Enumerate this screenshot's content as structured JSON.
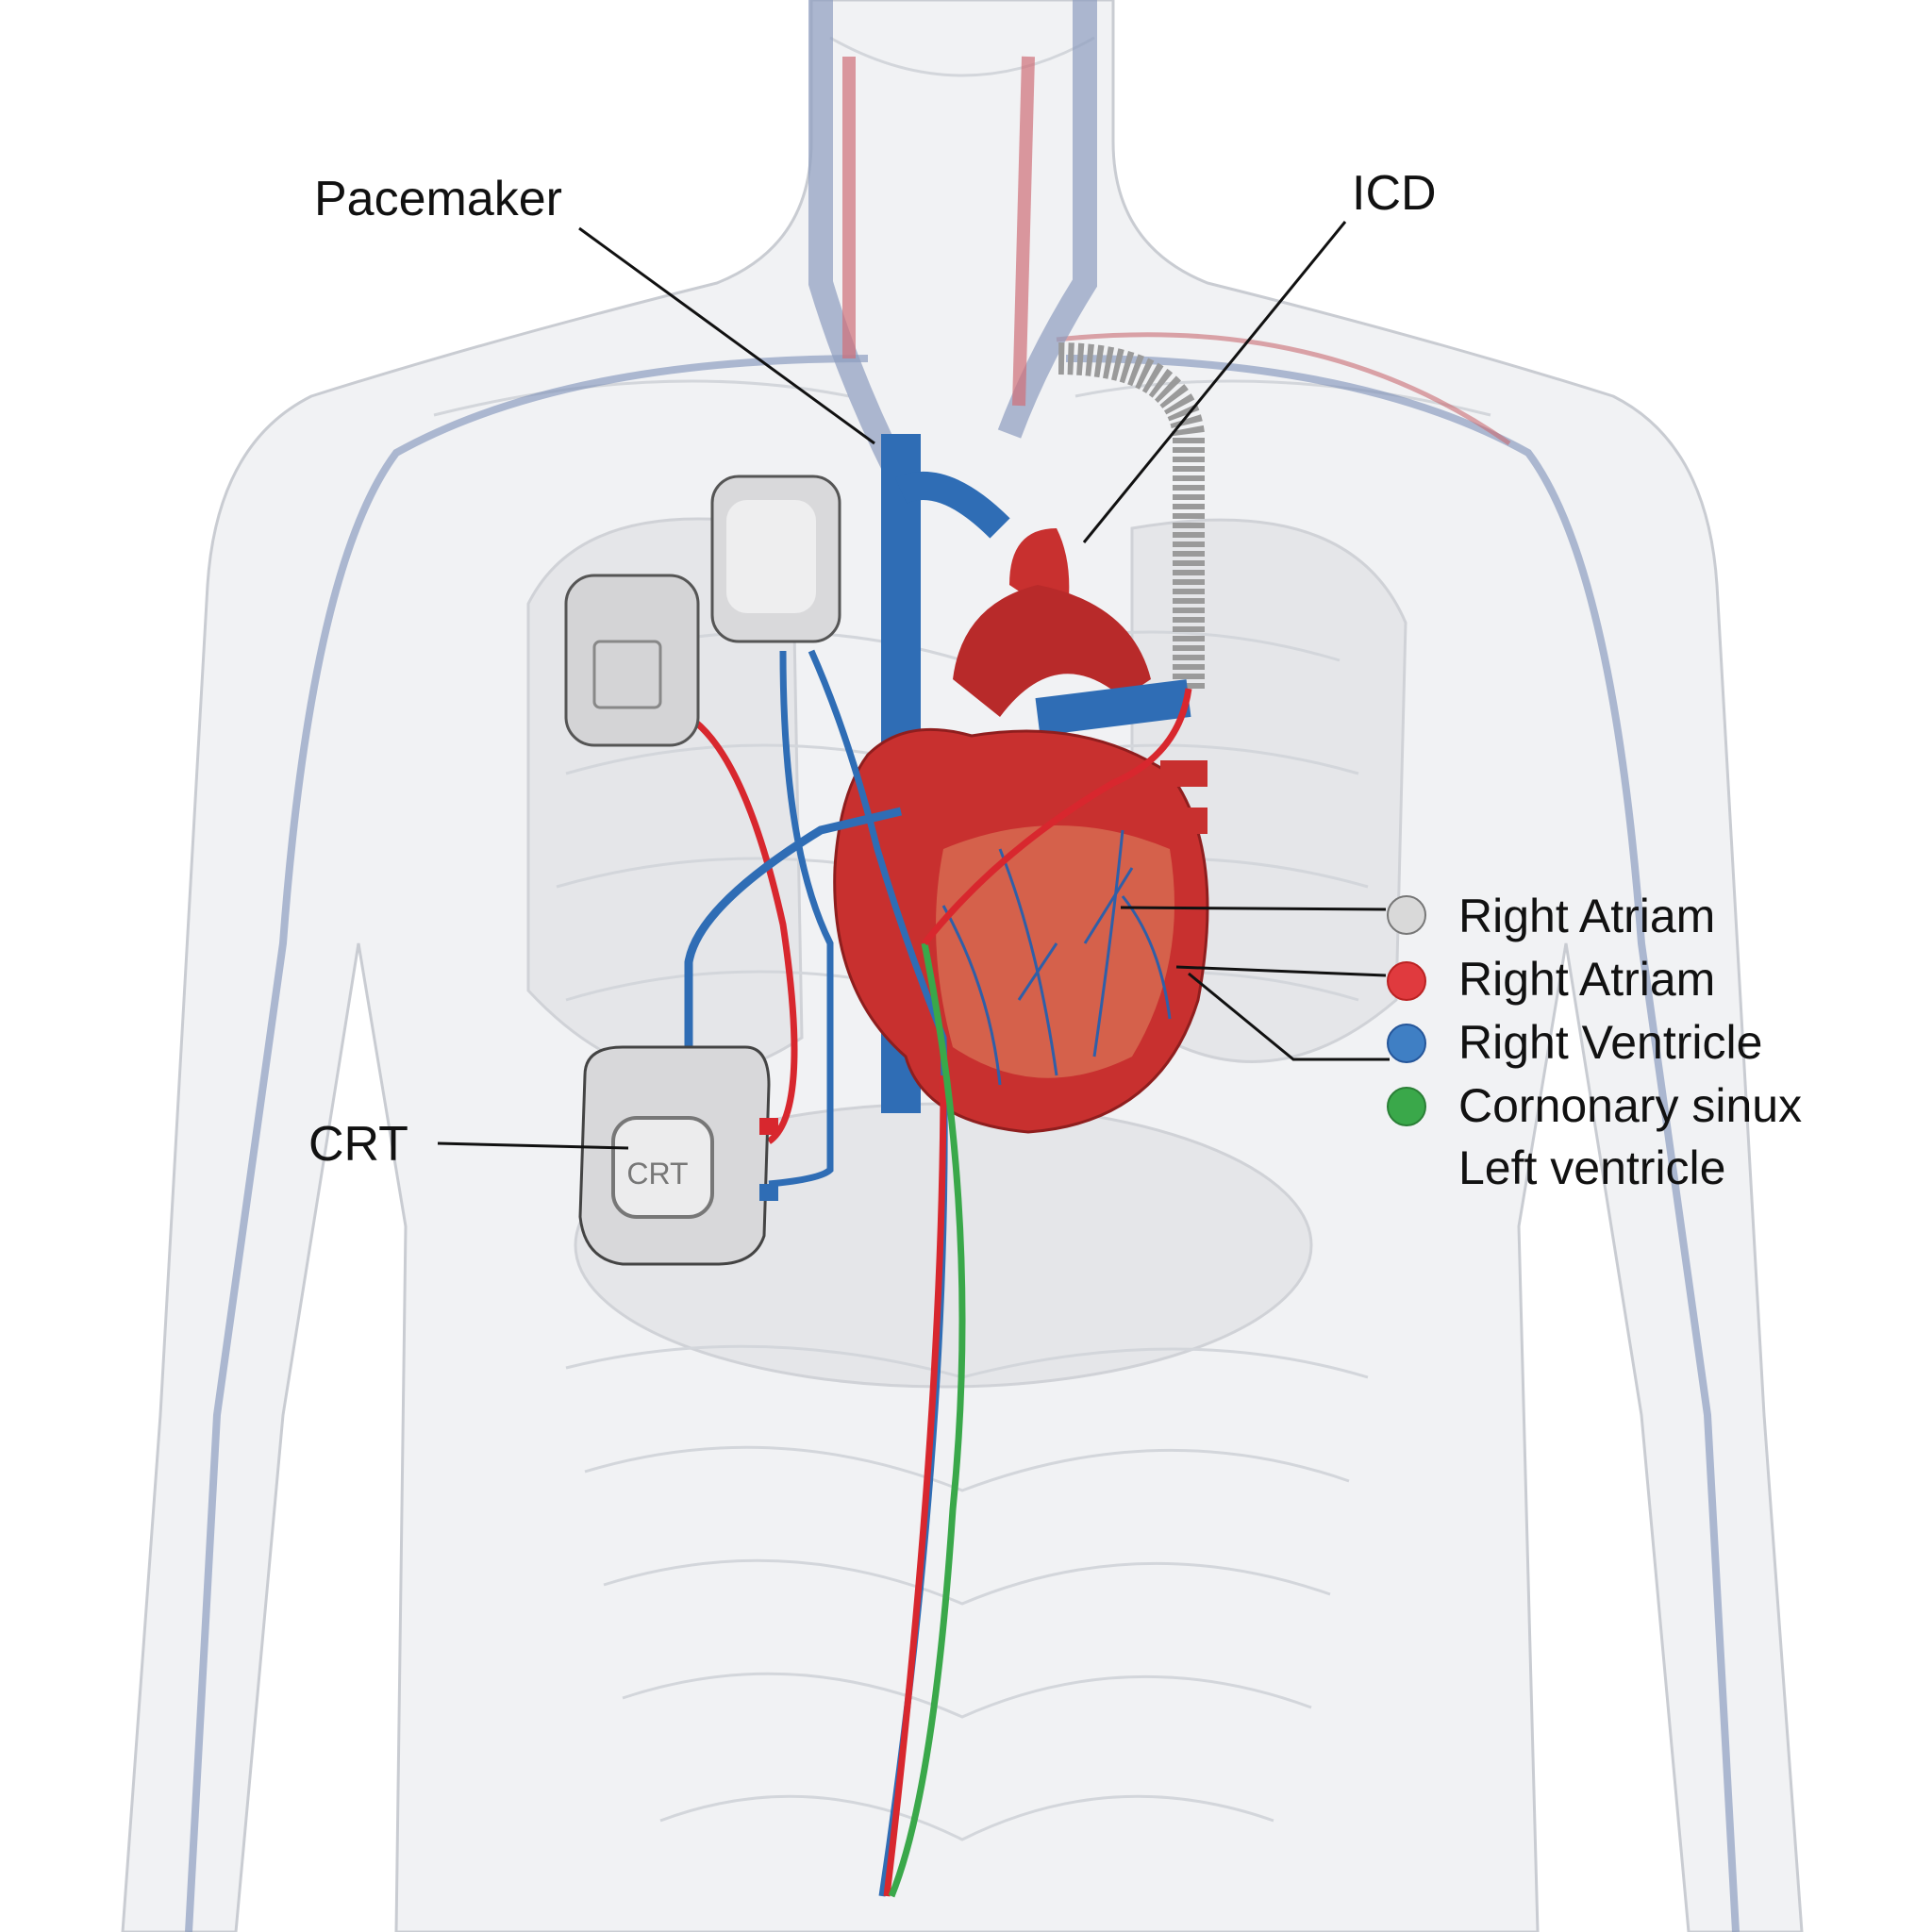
{
  "labels": {
    "pacemaker": "Pacemaker",
    "icd": "ICD",
    "crt": "CRT",
    "crt_device_text": "CRT"
  },
  "legend": [
    {
      "label": "Right Atriam",
      "color": "#d9d9d9"
    },
    {
      "label": "Right Atriam",
      "color": "#e03a3e"
    },
    {
      "label": "Right Ventricle",
      "color": "#3f7fc4"
    },
    {
      "label": "Cornonary sinux",
      "color": "#3aa84a"
    },
    {
      "label": "Left ventricle",
      "color": null
    }
  ],
  "colors": {
    "lead_red": "#d8272e",
    "lead_blue": "#2f6db5",
    "lead_green": "#3aa84a",
    "heart": "#c8302f",
    "vein": "#3a72b8"
  }
}
